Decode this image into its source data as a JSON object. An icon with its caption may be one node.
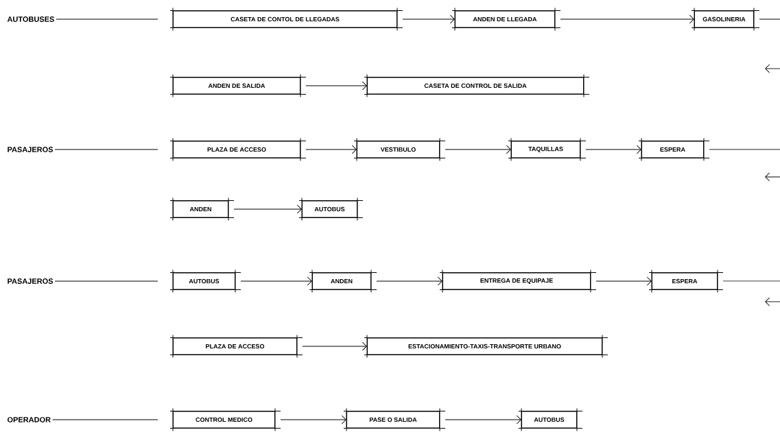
{
  "diagram": {
    "nodes": [
      {
        "text": [
          "AUTOBUSES"
        ]
      },
      {
        "text": [
          "CASETA DE CONTOL DE LLEGADAS"
        ]
      },
      {
        "text": [
          "ANDEN DE LLEGADA"
        ]
      },
      {
        "text": [
          "GASOLINERIA"
        ]
      },
      {
        "text": [
          "ANDEN DE SALIDA"
        ]
      },
      {
        "text": [
          "CASETA DE CONTROL DE SALIDA"
        ]
      },
      {
        "text": [
          "PASAJEROS"
        ]
      },
      {
        "text": [
          "PLAZA DE ACCESO"
        ]
      },
      {
        "text": [
          "VESTIBULO"
        ]
      },
      {
        "text": [
          "TAQUILLAS"
        ]
      },
      {
        "text": [
          "ESPERA"
        ]
      },
      {
        "text": [
          "ANDEN"
        ]
      },
      {
        "text": [
          "AUTOBUS"
        ]
      },
      {
        "text": [
          "PASAJEROS"
        ]
      },
      {
        "text": [
          "AUTOBUS"
        ]
      },
      {
        "text": [
          "ANDEN"
        ]
      },
      {
        "text": [
          "ENTREGA DE EQUIPAJE"
        ]
      },
      {
        "text": [
          "ESPERA"
        ]
      },
      {
        "text": [
          "PLAZA DE ACCESO"
        ]
      },
      {
        "text": [
          "ESTACIONAMIENTO-TAXIS-TRANSPORTE URBANO"
        ]
      },
      {
        "text": [
          "OPERADOR"
        ]
      },
      {
        "text": [
          "CONTROL MEDICO"
        ]
      },
      {
        "text": [
          "PASE O SALIDA"
        ]
      },
      {
        "text": [
          "AUTOBUS"
        ]
      }
    ],
    "edges": [
      {
        "from": 0,
        "to": 1,
        "arrow": "none"
      },
      {
        "from": 1,
        "to": 2,
        "arrow": "to"
      },
      {
        "from": 2,
        "to": 3,
        "arrow": "to"
      },
      {
        "from": 3,
        "to": null,
        "arrow": "none"
      },
      {
        "from": 4,
        "to": 5,
        "arrow": "to"
      },
      {
        "from": 6,
        "to": 7,
        "arrow": "none"
      },
      {
        "from": 7,
        "to": 8,
        "arrow": "to"
      },
      {
        "from": 8,
        "to": 9,
        "arrow": "to"
      },
      {
        "from": 9,
        "to": 10,
        "arrow": "to"
      },
      {
        "from": 10,
        "to": null,
        "arrow": "none"
      },
      {
        "from": 11,
        "to": 12,
        "arrow": "to"
      },
      {
        "from": 13,
        "to": 14,
        "arrow": "none"
      },
      {
        "from": 14,
        "to": 15,
        "arrow": "to"
      },
      {
        "from": 15,
        "to": 16,
        "arrow": "to"
      },
      {
        "from": 16,
        "to": 17,
        "arrow": "to"
      },
      {
        "from": 17,
        "to": null,
        "arrow": "none"
      },
      {
        "from": 18,
        "to": 19,
        "arrow": "to"
      },
      {
        "from": 20,
        "to": 21,
        "arrow": "none"
      },
      {
        "from": 21,
        "to": 22,
        "arrow": "to"
      },
      {
        "from": 22,
        "to": 23,
        "arrow": "to"
      }
    ]
  }
}
